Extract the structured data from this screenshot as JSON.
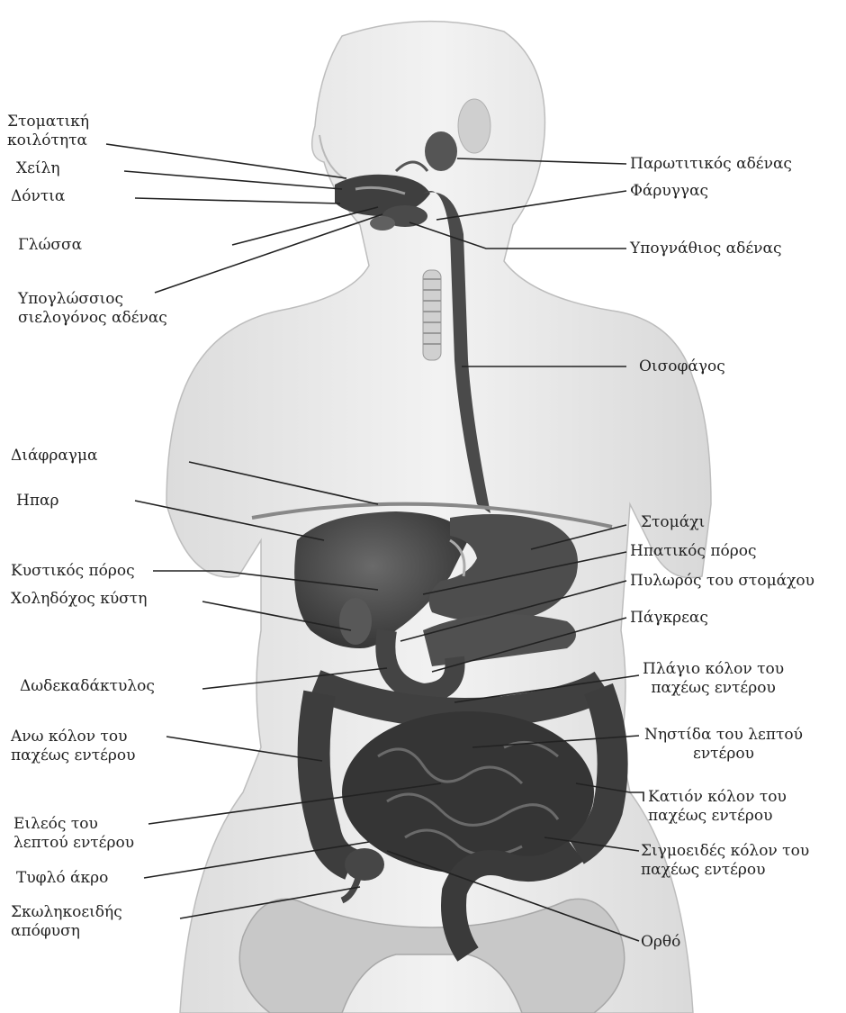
{
  "colors": {
    "skin": "#e9e9e9",
    "organ_dark": "#3a3a3a",
    "organ_mid": "#5c5c5c",
    "line": "#222222"
  },
  "labels": {
    "oral_cavity": [
      "Στοματική",
      "κοιλότητα"
    ],
    "lips": [
      "Χείλη"
    ],
    "teeth": [
      "Δόντια"
    ],
    "tongue": [
      "Γλώσσα"
    ],
    "sublingual_gland": [
      "Υπογλώσσιος",
      "σιελογόνος αδένας"
    ],
    "parotid_gland": [
      "Παρωτιτικός αδένας"
    ],
    "pharynx": [
      "Φάρυγγας"
    ],
    "submandibular_gland": [
      "Υπογνάθιος αδένας"
    ],
    "esophagus": [
      "Οισοφάγος"
    ],
    "diaphragm": [
      "Διάφραγμα"
    ],
    "liver": [
      "Ηπαρ"
    ],
    "cystic_duct": [
      "Κυστικός πόρος"
    ],
    "gallbladder": [
      "Χοληδόχος κύστη"
    ],
    "duodenum": [
      "Δωδεκαδάκτυλος"
    ],
    "ascending_colon": [
      "Ανω κόλον του",
      "παχέως εντέρου"
    ],
    "ileum": [
      "Ειλεός του",
      "λεπτού εντέρου"
    ],
    "cecum": [
      "Τυφλό άκρο"
    ],
    "appendix": [
      "Σκωληκοειδής",
      "απόφυση"
    ],
    "stomach": [
      "Στομάχι"
    ],
    "hepatic_duct": [
      "Ηπατικός πόρος"
    ],
    "pylorus": [
      "Πυλωρός του στομάχου"
    ],
    "pancreas": [
      "Πάγκρεας"
    ],
    "transverse_colon": [
      "Πλάγιο κόλον του",
      "παχέως εντέρου"
    ],
    "jejunum": [
      "Νηστίδα του λεπτού",
      "εντέρου"
    ],
    "descending_colon": [
      "Κατιόν κόλον του",
      "παχέως εντέρου"
    ],
    "sigmoid_colon": [
      "Σιγμοειδές κόλον του",
      "παχέως εντέρου"
    ],
    "rectum": [
      "Ορθό"
    ]
  }
}
